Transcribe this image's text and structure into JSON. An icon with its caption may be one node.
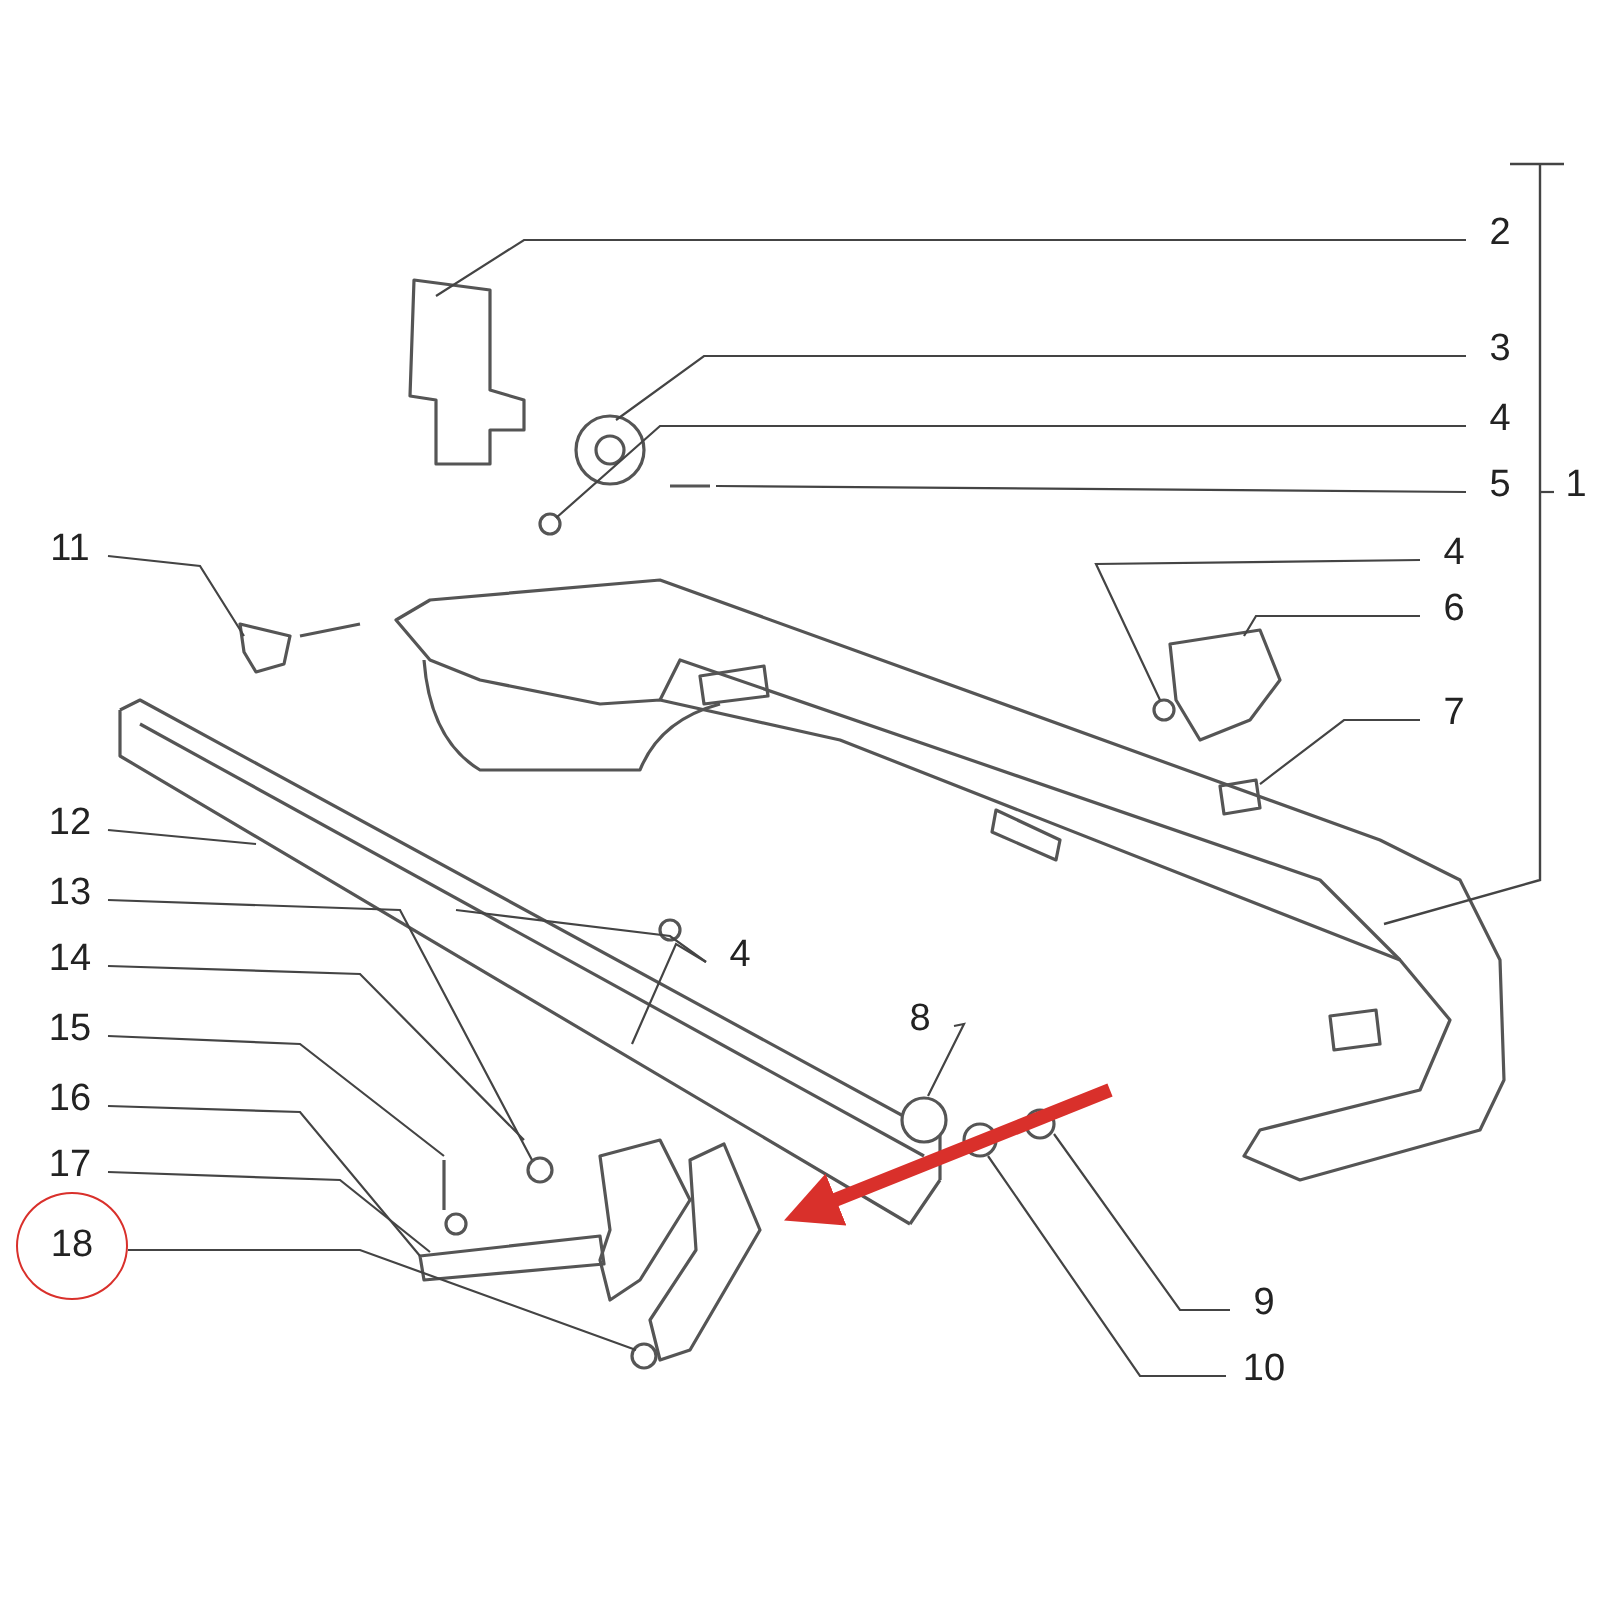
{
  "diagram": {
    "nodes": [
      {
        "text": [
          "2"
        ]
      },
      {
        "text": [
          "3"
        ]
      },
      {
        "text": [
          "4"
        ]
      },
      {
        "text": [
          "5"
        ]
      },
      {
        "text": [
          "1"
        ]
      },
      {
        "text": [
          "11"
        ]
      },
      {
        "text": [
          "4"
        ]
      },
      {
        "text": [
          "6"
        ]
      },
      {
        "text": [
          "7"
        ]
      },
      {
        "text": [
          "12"
        ]
      },
      {
        "text": [
          "13"
        ]
      },
      {
        "text": [
          "4"
        ]
      },
      {
        "text": [
          "14"
        ]
      },
      {
        "text": [
          "15"
        ]
      },
      {
        "text": [
          "16"
        ]
      },
      {
        "text": [
          "8"
        ]
      },
      {
        "text": [
          "17"
        ]
      },
      {
        "text": [
          "18"
        ]
      },
      {
        "text": [
          "9"
        ]
      },
      {
        "text": [
          "10"
        ]
      }
    ],
    "edges": [
      {
        "from": 0,
        "to": null,
        "arrow": "none"
      },
      {
        "from": 1,
        "to": null,
        "arrow": "none"
      },
      {
        "from": 2,
        "to": null,
        "arrow": "none"
      },
      {
        "from": 3,
        "to": null,
        "arrow": "none"
      },
      {
        "from": 4,
        "to": null,
        "arrow": "none"
      },
      {
        "from": 5,
        "to": null,
        "arrow": "none"
      },
      {
        "from": 6,
        "to": null,
        "arrow": "none"
      },
      {
        "from": 7,
        "to": null,
        "arrow": "none"
      },
      {
        "from": 8,
        "to": null,
        "arrow": "none"
      },
      {
        "from": 9,
        "to": null,
        "arrow": "none"
      },
      {
        "from": 10,
        "to": null,
        "arrow": "none"
      },
      {
        "from": 11,
        "to": null,
        "arrow": "none"
      },
      {
        "from": 11,
        "to": null,
        "arrow": "none"
      },
      {
        "from": 12,
        "to": null,
        "arrow": "none"
      },
      {
        "from": 13,
        "to": null,
        "arrow": "none"
      },
      {
        "from": 14,
        "to": null,
        "arrow": "none"
      },
      {
        "from": 15,
        "to": null,
        "arrow": "none"
      },
      {
        "from": 16,
        "to": null,
        "arrow": "none"
      },
      {
        "from": 17,
        "to": null,
        "arrow": "none"
      },
      {
        "from": 18,
        "to": null,
        "arrow": "none"
      },
      {
        "from": 19,
        "to": null,
        "arrow": "none"
      }
    ]
  }
}
